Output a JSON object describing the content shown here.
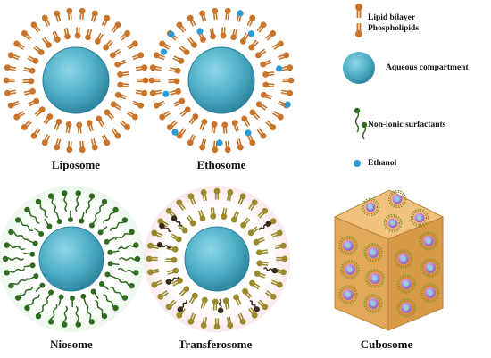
{
  "captions": {
    "liposome": "Liposome",
    "ethosome": "Ethosome",
    "niosome": "Niosome",
    "transferosome": "Transferosome",
    "cubosome": "Cubosome"
  },
  "legend": {
    "lipid_line1": "Lipid bilayer",
    "lipid_line2": "Phospholipids",
    "aqueous": "Aqueous compartment",
    "surfactants": "Non-ionic surfactants",
    "ethanol": "Ethanol"
  },
  "colors": {
    "phospholipid": "#c8742a",
    "aqueous_outer": "#3f9fb8",
    "aqueous_inner": "#6cc3d6",
    "surfactant": "#2f6a1f",
    "ethanol": "#2a9ad0",
    "transfer_lipid": "#9b8a2c",
    "cube_face": "#e9b56a"
  },
  "icons": [
    "phospholipid-icon",
    "aqueous-compartment-icon",
    "surfactant-icon",
    "ethanol-dot-icon"
  ]
}
